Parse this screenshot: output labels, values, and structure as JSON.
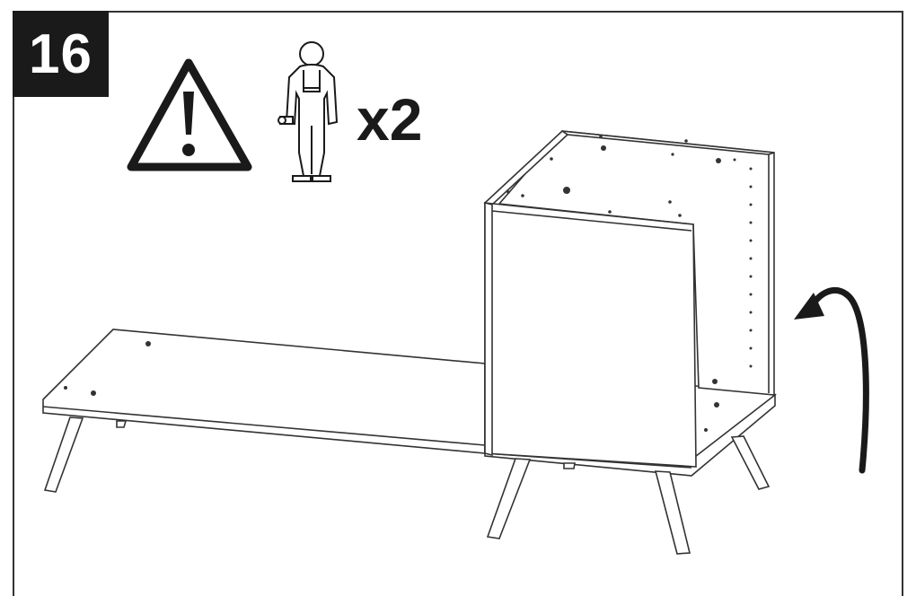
{
  "step": {
    "number": "16"
  },
  "header": {
    "warning_icon": "warning-triangle-icon",
    "person_icon": "worker-figure-icon",
    "people_count": "x2"
  },
  "illustration": {
    "subject": "tv-stand-cabinet",
    "action_icon": "rotate-arrow-icon"
  },
  "colors": {
    "ink": "#1a1a1a",
    "line": "#333333",
    "background": "#ffffff"
  }
}
